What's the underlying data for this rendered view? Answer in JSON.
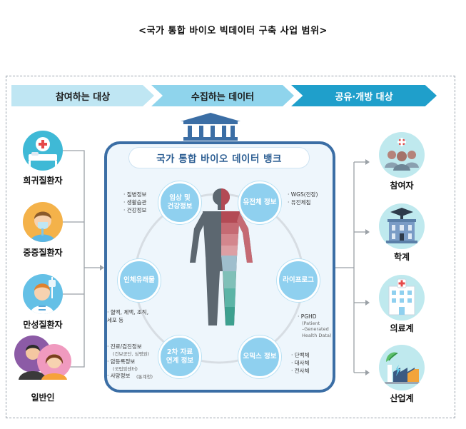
{
  "title": "<국가 통합 바이오 빅데이터 구축 사업 범위>",
  "stages": {
    "participants": "참여하는 대상",
    "collected": "수집하는 데이터",
    "sharing": "공유·개방 대상"
  },
  "participants": [
    {
      "label": "희귀질환자",
      "icon": "hospital-bed-icon"
    },
    {
      "label": "중증질환자",
      "icon": "patient-mask-icon"
    },
    {
      "label": "만성질환자",
      "icon": "patient-iv-icon"
    },
    {
      "label": "일반인",
      "icon": "people-icon"
    }
  ],
  "bank": {
    "title": "국가 통합 바이오 데이터 뱅크",
    "nodes": {
      "clinical": "임상 및\n건강정보",
      "genome": "유전체 정보",
      "biobank": "인체유래물",
      "lifelog": "라이프로그",
      "secondary": "2차 자료\n연계 정보",
      "omics": "오믹스 정보"
    },
    "annotations": {
      "clinical": "· 질병정보\n· 생활습관\n· 건강정보",
      "genome": "· WGS(전장)\n· 유전체칩",
      "biobank": "· 혈액, 체액, 조직,\n  세포 등",
      "lifelog_main": "· PGHD",
      "lifelog_sub": "(Patient\n –Generated\n Health Data)",
      "secondary_1": "· 진료/검진정보",
      "secondary_1_sub": "(건보공단, 심평원)",
      "secondary_2": "· 암등록정보",
      "secondary_2_sub": "(국립암센터)",
      "secondary_3": "· 사망정보",
      "secondary_3_sub": "(통계청)",
      "omics": "· 단백체\n· 대사체\n· 전사체"
    }
  },
  "sharing": [
    {
      "label": "참여자",
      "icon": "participants-icon"
    },
    {
      "label": "학계",
      "icon": "university-icon"
    },
    {
      "label": "의료계",
      "icon": "hospital-icon"
    },
    {
      "label": "산업계",
      "icon": "factory-icon"
    }
  ],
  "colors": {
    "bank_border": "#3b6ea5",
    "node_fill": "#8fd0ef",
    "stage_dark": "#1f9fcb",
    "stage_mid": "#8fd4ec",
    "stage_light": "#bfe6f3"
  }
}
